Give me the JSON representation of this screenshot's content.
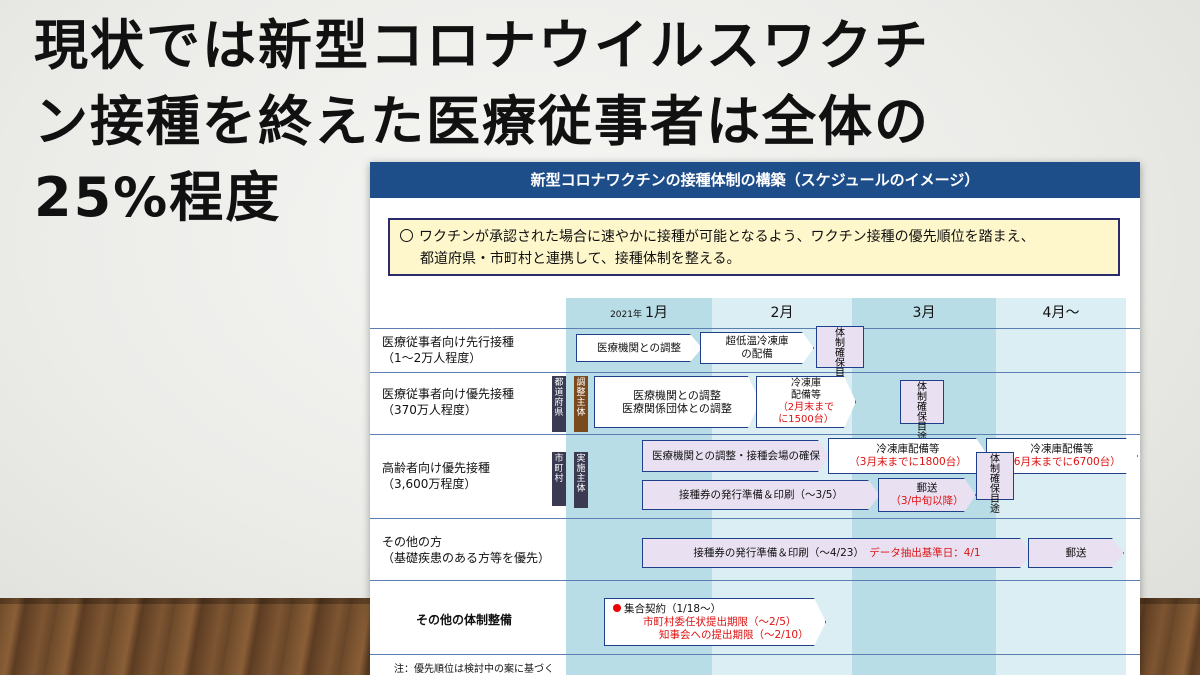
{
  "title": {
    "lines": [
      "現状では新型コロナウイルスワクチ",
      "ン接種を終えた医療従事者は全体の",
      "25%程度"
    ]
  },
  "document": {
    "header": "新型コロナワクチンの接種体制の構築（スケジュールのイメージ）",
    "notice_line1": "ワクチンが承認された場合に速やかに接種が可能となるよう、ワクチン接種の優先順位を踏まえ、",
    "notice_line2": "都道府県・市町村と連携して、接種体制を整える。",
    "months": {
      "jan_year": "2021年",
      "jan": "1月",
      "feb": "2月",
      "mar": "3月",
      "apr": "4月～"
    },
    "rows": {
      "r1_label1": "医療従事者向け先行接種",
      "r1_label2": "（1～2万人程度）",
      "r2_label1": "医療従事者向け優先接種",
      "r2_label2": "（370万人程度）",
      "r3_label1": "高齢者向け優先接種",
      "r3_label2": "（3,600万程度）",
      "r4_label1": "その他の方",
      "r4_label2": "（基礎疾患のある方等を優先）",
      "r5_label1": "その他の体制整備"
    },
    "tags": {
      "prefecture": "都道府県",
      "coord_main": "調整主体",
      "municipality": "市町村",
      "impl_main": "実施主体"
    },
    "bars": {
      "r1_a": "医療機関との調整",
      "r1_b1": "超低温冷凍庫",
      "r1_b2": "の配備",
      "r1_box": "体制確保目途",
      "r2_a1": "医療機関との調整",
      "r2_a2": "医療関係団体との調整",
      "r2_b1": "冷凍庫",
      "r2_b2": "配備等",
      "r2_b3": "（2月末まで",
      "r2_b4": "に1500台）",
      "r2_box": "体制確保目途",
      "r3_a": "医療機関との調整・接種会場の確保",
      "r3_b1": "冷凍庫配備等",
      "r3_b2": "（3月末までに1800台）",
      "r3_c1": "冷凍庫配備等",
      "r3_c2": "（6月末までに6700台）",
      "r3_box": "体制確保目途",
      "r3_d": "接種券の発行準備＆印刷（～3/5）",
      "r3_e1": "郵送",
      "r3_e2": "（3/中旬以降）",
      "r4_a1": "接種券の発行準備＆印刷（～4/23）",
      "r4_a2": "データ抽出基準日：4/1",
      "r4_b": "郵送",
      "r5_a1": "集合契約（1/18～）",
      "r5_a2": "市町村委任状提出期限（～2/5）",
      "r5_a3": "知事会への提出期限（～2/10）"
    },
    "footnote": "注：優先順位は検討中の案に基づく"
  }
}
